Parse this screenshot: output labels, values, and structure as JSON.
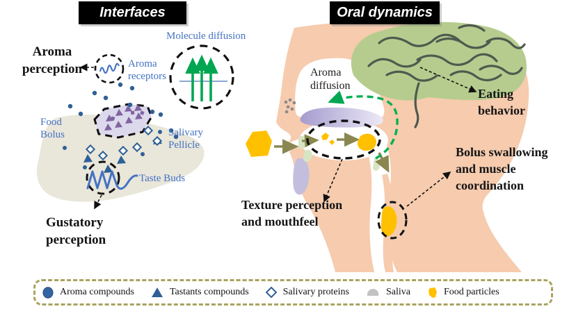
{
  "figure": {
    "left_panel_title": "Interfaces",
    "right_panel_title": "Oral dynamics"
  },
  "interfaces": {
    "molecule_diffusion": "Molecule diffusion",
    "aroma_perception": "Aroma perception",
    "aroma_receptors": "Aroma receptors",
    "food_bolus": "Food Bolus",
    "salivary_pellicle": "Salivary Pellicle",
    "taste_buds": "Taste Buds",
    "gustatory_perception": "Gustatory perception"
  },
  "oral_dynamics": {
    "aroma_diffusion": "Aroma diffusion",
    "eating_behavior": "Eating behavior",
    "texture_perception": "Texture perception and mouthfeel",
    "bolus_swallowing": "Bolus swallowing and muscle coordination"
  },
  "legend": {
    "items": [
      {
        "icon": "aroma-compound-icon",
        "label": "Aroma compounds"
      },
      {
        "icon": "tastant-compound-icon",
        "label": "Tastants compounds"
      },
      {
        "icon": "salivary-protein-icon",
        "label": "Salivary proteins"
      },
      {
        "icon": "saliva-icon",
        "label": "Saliva"
      },
      {
        "icon": "food-particle-icon",
        "label": "Food particles"
      }
    ]
  },
  "colors": {
    "label_blue": "#4472c4",
    "shape_blue": "#2e6096",
    "tastant_purple": "#8064a2",
    "arrow_green": "#00a651",
    "arrow_olive": "#8a8750",
    "food_yellow": "#ffc000",
    "skin": "#f6cbae",
    "brain_green": "#b5cc8e",
    "saliva_beige": "#e9e6da",
    "legend_border": "#a8a35f"
  }
}
